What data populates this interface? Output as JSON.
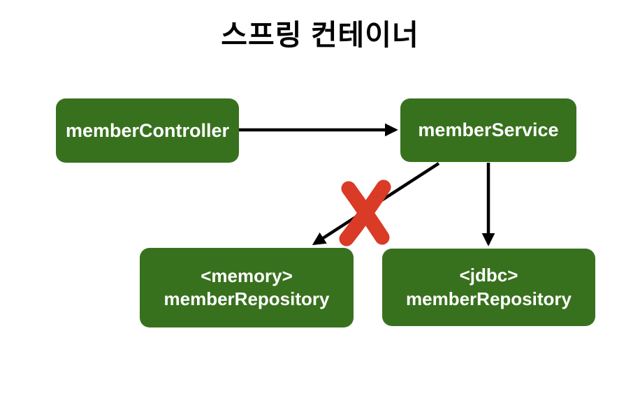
{
  "title": "스프링 컨테이너",
  "colors": {
    "background": "#ffffff",
    "title": "#000000",
    "node_fill": "#38711e",
    "node_text": "#ffffff",
    "arrow": "#000000",
    "cross_out": "#d93b27"
  },
  "nodes": {
    "controller": {
      "label": "memberController"
    },
    "service": {
      "label": "memberService"
    },
    "memory_repo": {
      "stereotype": "<memory>",
      "label": "memberRepository"
    },
    "jdbc_repo": {
      "stereotype": "<jdbc>",
      "label": "memberRepository"
    }
  },
  "edges": [
    {
      "from": "memberController",
      "to": "memberService",
      "crossed_out": false
    },
    {
      "from": "memberService",
      "to": "<memory> memberRepository",
      "crossed_out": true
    },
    {
      "from": "memberService",
      "to": "<jdbc> memberRepository",
      "crossed_out": false
    }
  ]
}
